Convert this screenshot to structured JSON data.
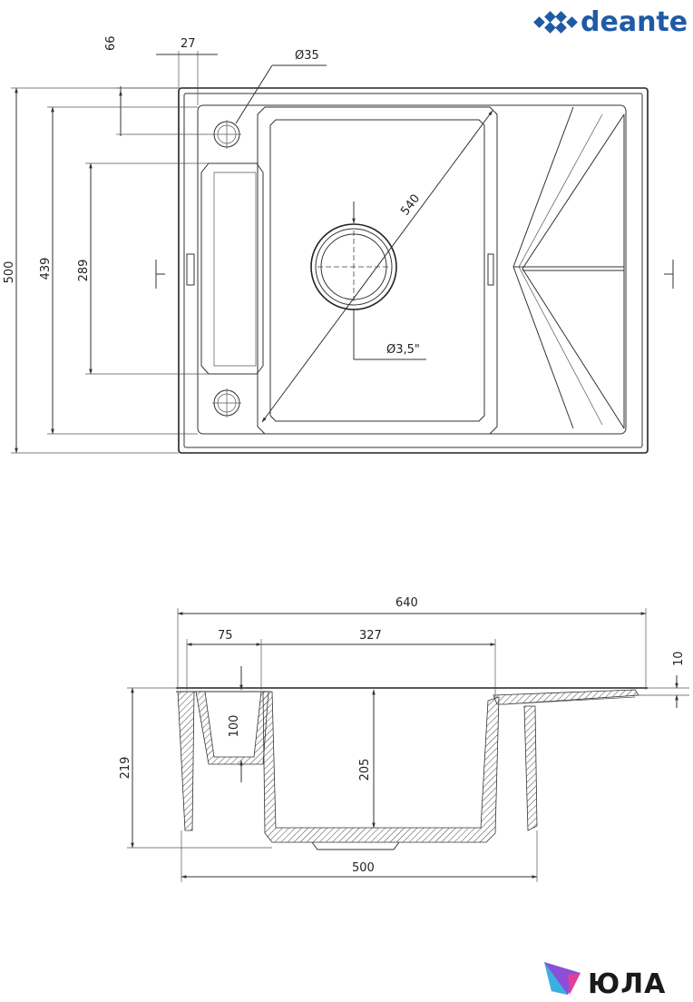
{
  "brand": {
    "name": "deante",
    "icon": "deante-logo-icon",
    "color": "#1f5aa6"
  },
  "watermark": {
    "name": "ЮЛА",
    "icon": "yula-logo-icon"
  },
  "top_view": {
    "dims": {
      "width_total": "500",
      "inner_height": "439",
      "drainer_height": "289",
      "offset_top": "66",
      "offset_side": "27",
      "tap_hole": "Ø35",
      "diagonal": "540",
      "drain": "Ø3,5\""
    }
  },
  "section_view": {
    "dims": {
      "overall_width": "640",
      "left_section": "75",
      "bowl_width": "327",
      "rim": "10",
      "depth_total": "219",
      "shallow_depth": "100",
      "bowl_depth": "205",
      "base_width": "500"
    }
  }
}
